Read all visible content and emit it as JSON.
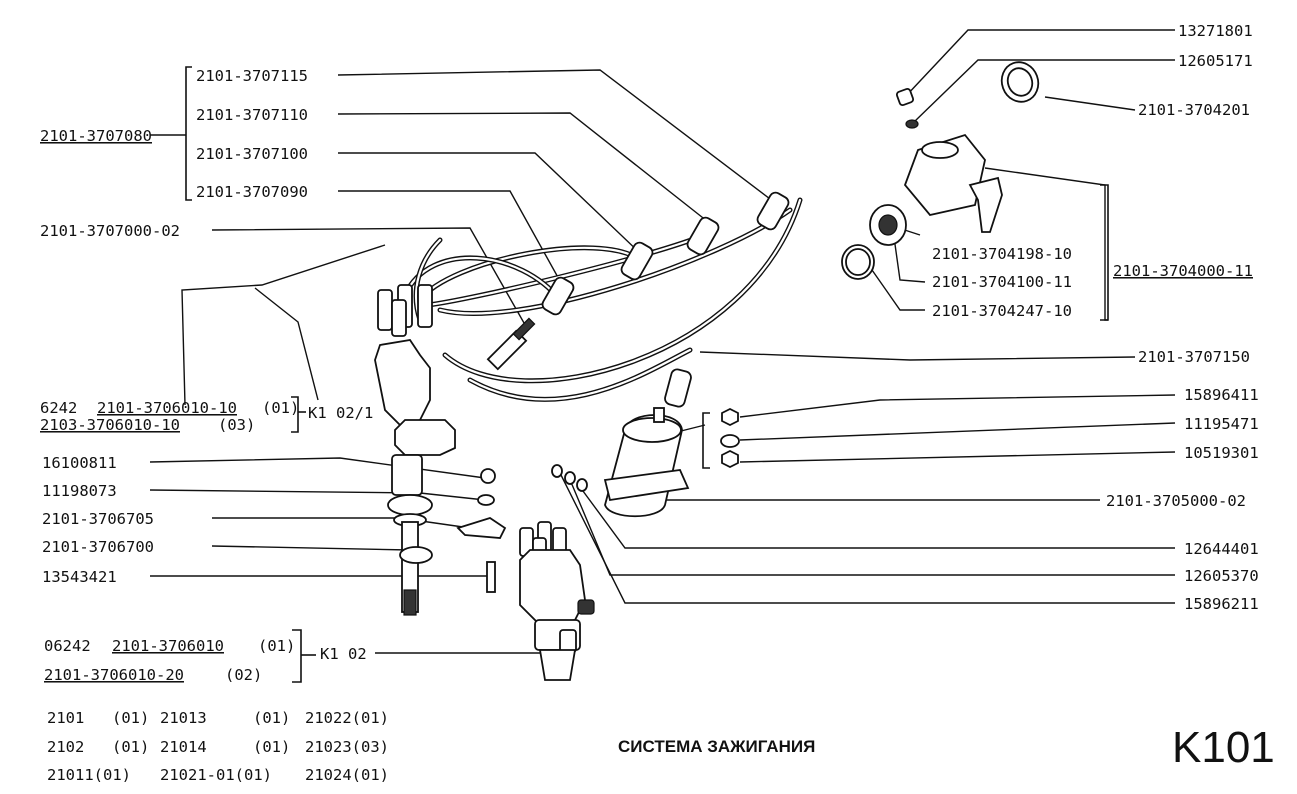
{
  "title": "СИСТЕМА ЗАЖИГАНИЯ",
  "sheet_code": "K101",
  "labels": {
    "p13271801": "13271801",
    "p12605171": "12605171",
    "p2101_3704201": "2101-3704201",
    "p2101_3707115": "2101-3707115",
    "p2101_3707110": "2101-3707110",
    "p2101_3707100": "2101-3707100",
    "p2101_3707090": "2101-3707090",
    "p2101_3707080": "2101-3707080",
    "p2101_3707000_02": "2101-3707000-02",
    "p2101_3704198_10": "2101-3704198-10",
    "p2101_3704100_11": "2101-3704100-11",
    "p2101_3704000_11": "2101-3704000-11",
    "p2101_3704247_10": "2101-3704247-10",
    "p2101_3707150": "2101-3707150",
    "p15896411": "15896411",
    "p11195471": "11195471",
    "p10519301": "10519301",
    "p2101_3705000_02": "2101-3705000-02",
    "p12644401": "12644401",
    "p12605370": "12605370",
    "p15896211": "15896211",
    "p16100811": "16100811",
    "p11198073": "11198073",
    "p2101_3706705": "2101-3706705",
    "p2101_3706700": "2101-3706700",
    "p13543421": "13543421",
    "dist1_prefix": "6242",
    "dist1_num1": "2101-3706010-10",
    "dist1_var1": "(01)",
    "dist1_num2": "2103-3706010-10",
    "dist1_var2": "(03)",
    "dist1_ref": "K1 02/1",
    "dist2_prefix": "06242",
    "dist2_num1": "2101-3706010",
    "dist2_var1": "(01)",
    "dist2_num2": "2101-3706010-20",
    "dist2_var2": "(02)",
    "dist2_ref": "K1 02"
  },
  "models": [
    [
      "2101",
      "(01)",
      "21013",
      "(01)",
      "21022(01)"
    ],
    [
      "2102",
      "(01)",
      "21014",
      "(01)",
      "21023(03)"
    ],
    [
      "21011(01)",
      "",
      "21021-01(01)",
      "",
      "21024(01)"
    ]
  ]
}
